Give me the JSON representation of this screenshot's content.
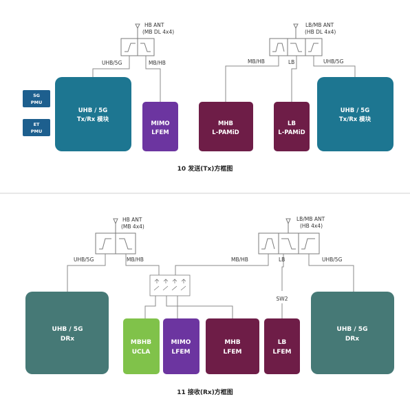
{
  "colors": {
    "teal": "#1d7691",
    "teal_dark": "#467976",
    "navy": "#1d5f8e",
    "purple": "#6c35a0",
    "maroon": "#6e1d47",
    "green": "#80c24a",
    "line": "#8a8a8a",
    "text": "#333333"
  },
  "tx": {
    "caption": "10  发送(Tx)方框图",
    "ant_left": {
      "line1": "HB ANT",
      "line2": "(MB DL 4x4)"
    },
    "ant_right": {
      "line1": "LB/MB ANT",
      "line2": "(HB DL 4x4)"
    },
    "line_labels": {
      "uhb5g_left": "UHB/5G",
      "mbhb_left": "MB/HB",
      "mbhb_mid": "MB/HB",
      "lb": "LB",
      "uhb5g_right": "UHB/5G"
    },
    "pmu_5g": {
      "line1": "5G",
      "line2": "PMU"
    },
    "pmu_et": {
      "line1": "ET",
      "line2": "PMU"
    },
    "module_left": {
      "line1": "UHB / 5G",
      "line2": "Tx/Rx 模块"
    },
    "mimo": {
      "line1": "MIMO",
      "line2": "LFEM"
    },
    "mhb": {
      "line1": "MHB",
      "line2": "L-PAMiD"
    },
    "lb": {
      "line1": "LB",
      "line2": "L-PAMiD"
    },
    "module_right": {
      "line1": "UHB / 5G",
      "line2": "Tx/Rx 模块"
    }
  },
  "rx": {
    "caption": "11  接收(Rx)方框图",
    "ant_left": {
      "line1": "HB ANT",
      "line2": "(MB 4x4)"
    },
    "ant_right": {
      "line1": "LB/MB ANT",
      "line2": "(HB 4x4)"
    },
    "line_labels": {
      "uhb5g_left": "UHB/5G",
      "mbhb_left": "MB/HB",
      "mbhb_mid": "MB/HB",
      "lb": "LB",
      "uhb5g_right": "UHB/5G",
      "sw2": "SW2"
    },
    "drx_left": {
      "line1": "UHB / 5G",
      "line2": "DRx"
    },
    "mbhb_ucla": {
      "line1": "MBHB",
      "line2": "UCLA"
    },
    "mimo": {
      "line1": "MIMO",
      "line2": "LFEM"
    },
    "mhb": {
      "line1": "MHB",
      "line2": "LFEM"
    },
    "lb": {
      "line1": "LB",
      "line2": "LFEM"
    },
    "drx_right": {
      "line1": "UHB / 5G",
      "line2": "DRx"
    }
  }
}
